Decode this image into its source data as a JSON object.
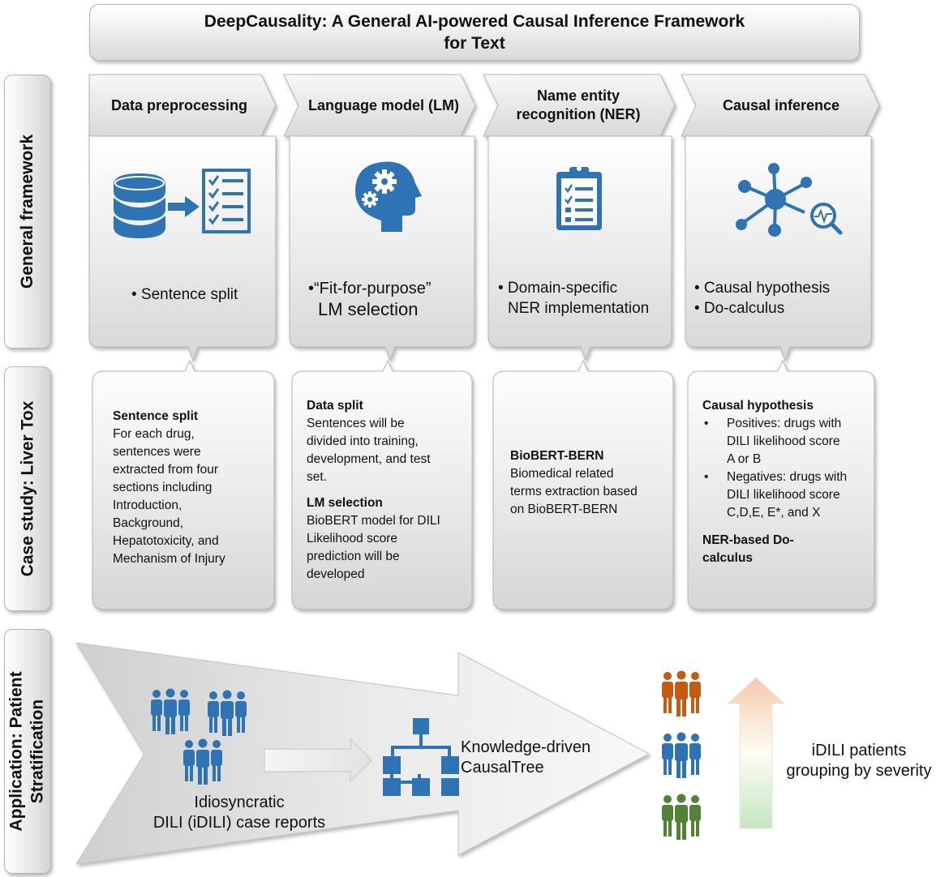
{
  "title_line1": "DeepCausality: A General AI-powered Causal Inference Framework",
  "title_line2": "for Text",
  "row_labels": {
    "general": "General framework",
    "case": "Case study: Liver Tox",
    "application_line1": "Application: Patient",
    "application_line2": "Stratification"
  },
  "stages": [
    {
      "title_line1": "Data preprocessing",
      "title_line2": ""
    },
    {
      "title_line1": "Language model (LM)",
      "title_line2": ""
    },
    {
      "title_line1": "Name entity",
      "title_line2": "recognition (NER)"
    },
    {
      "title_line1": "Causal inference",
      "title_line2": ""
    }
  ],
  "general_bullets": {
    "col1": [
      "• Sentence split"
    ],
    "col2_l1": "•“Fit-for-purpose”",
    "col2_l2": "LM selection",
    "col3_l1": "• Domain-specific",
    "col3_l2": "NER implementation",
    "col4_l1": "• Causal hypothesis",
    "col4_l2": "• Do-calculus"
  },
  "case_study": {
    "col1": {
      "heading": "Sentence split",
      "lines": [
        "For each drug,",
        "sentences were",
        "extracted from four",
        "sections including",
        "Introduction,",
        "Background,",
        "Hepatotoxicity, and",
        "Mechanism of Injury"
      ]
    },
    "col2": {
      "heading1": "Data split",
      "lines1": [
        "Sentences will be",
        "divided into training,",
        "development, and test",
        "set."
      ],
      "heading2": "LM selection",
      "lines2": [
        "BioBERT model for DILI",
        "Likelihood score",
        "prediction will be",
        "developed"
      ]
    },
    "col3": {
      "heading": "BioBERT-BERN",
      "lines": [
        "Biomedical related",
        "terms extraction based",
        "on BioBERT-BERN"
      ]
    },
    "col4": {
      "heading1": "Causal hypothesis",
      "pos_l1": "Positives: drugs with",
      "pos_l2": "DILI likelihood  score",
      "pos_l3": "A or B",
      "neg_l1": "Negatives: drugs with",
      "neg_l2": "DILI likelihood  score",
      "neg_l3": "C,D,E, E*, and X",
      "heading2_l1": "NER-based Do-",
      "heading2_l2": "calculus"
    }
  },
  "application": {
    "reports_l1": "Idiosyncratic",
    "reports_l2": "DILI (iDILI) case reports",
    "tree_l1": "Knowledge-driven",
    "tree_l2": "CausalTree",
    "grouping_l1": "iDILI patients",
    "grouping_l2": "grouping by severity"
  },
  "colors": {
    "icon_blue": "#2e74b5",
    "severity_high": "#c55a11",
    "severity_mid": "#2e74b5",
    "severity_low": "#548235"
  },
  "icons": [
    "database-icon",
    "checklist-icon",
    "arrow-right-icon",
    "head-gears-icon",
    "clipboard-icon",
    "network-hub-icon",
    "magnifier-icon",
    "people-group-icon",
    "hierarchy-tree-icon",
    "severity-arrow-icon"
  ]
}
